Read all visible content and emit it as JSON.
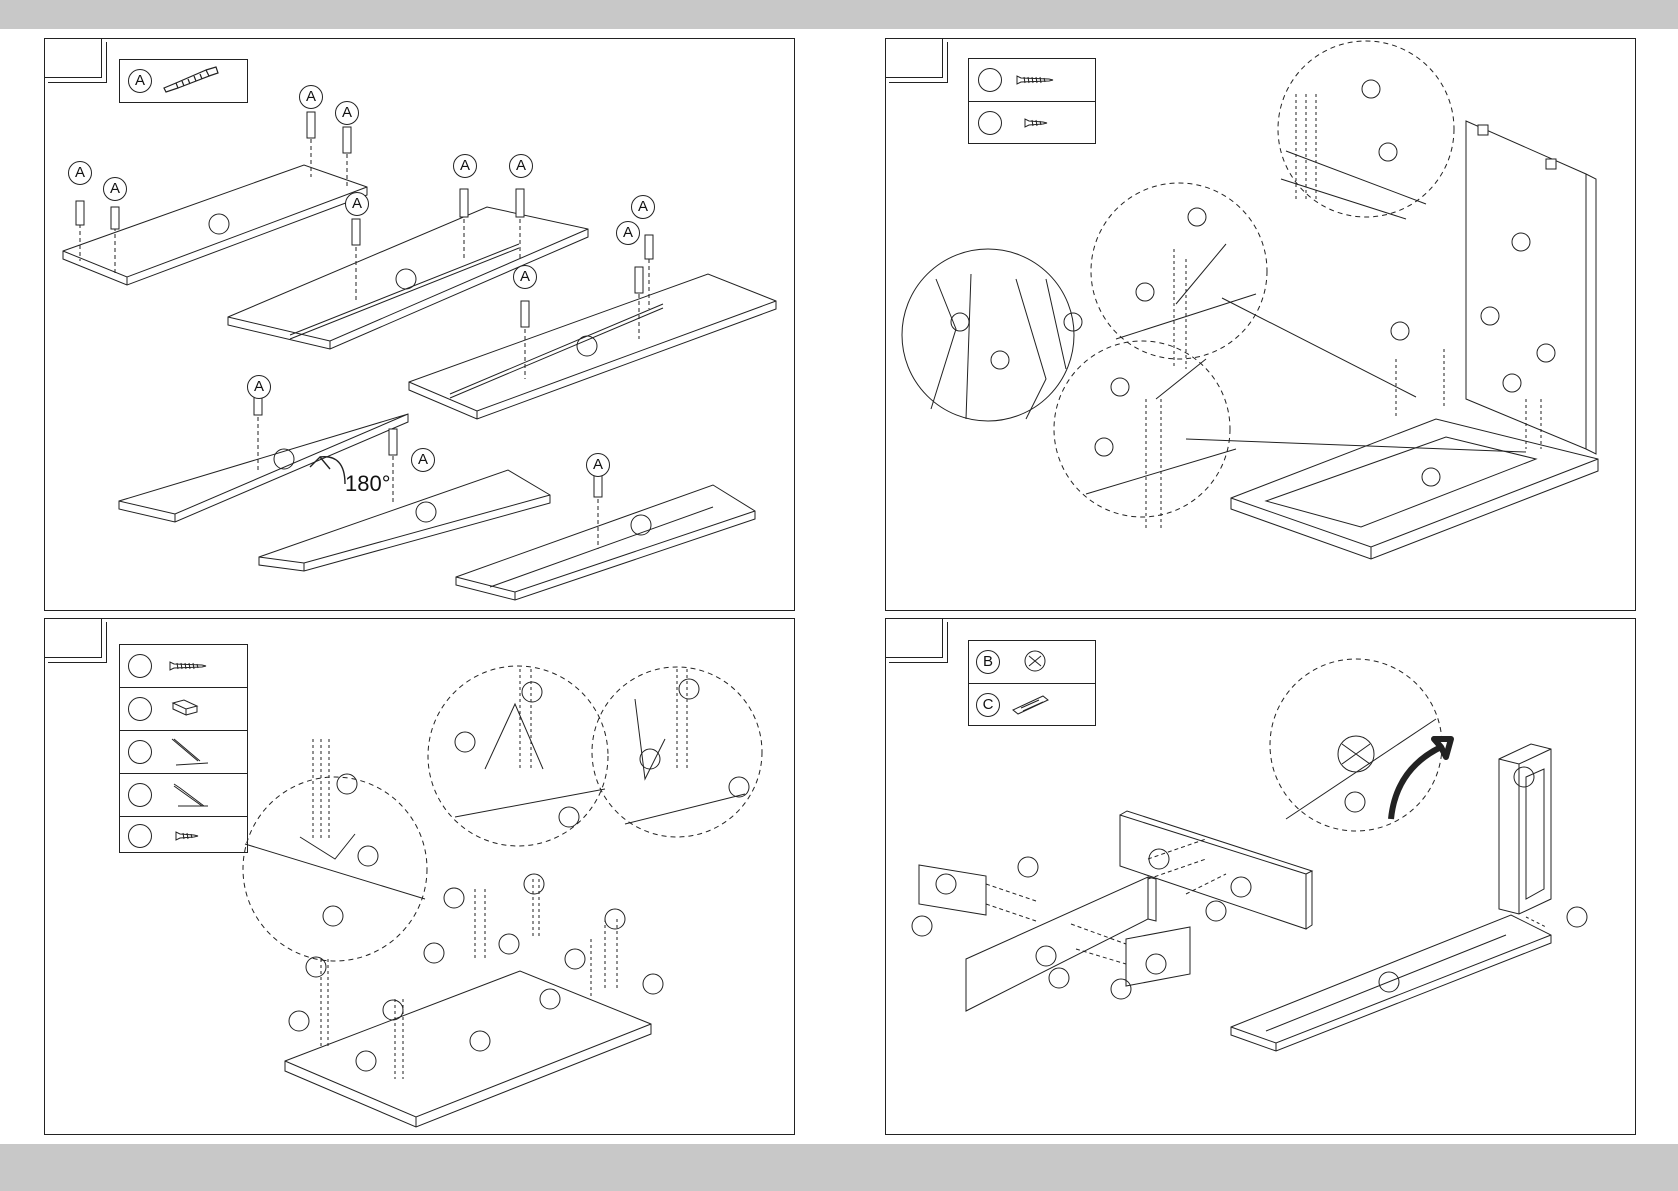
{
  "panels": [
    {
      "id": "panel-1",
      "legend": [
        {
          "letter": "A",
          "icon": "cam-bolt-icon"
        }
      ],
      "part_letters": [
        "A",
        "A",
        "A",
        "A",
        "A",
        "A",
        "A",
        "A",
        "A",
        "A",
        "A",
        "A",
        "A"
      ],
      "rotation_text": "180°"
    },
    {
      "id": "panel-2",
      "legend": [
        {
          "letter": "",
          "icon": "long-screw-icon"
        },
        {
          "letter": "",
          "icon": "short-screw-icon"
        }
      ]
    },
    {
      "id": "panel-3",
      "legend": [
        {
          "letter": "",
          "icon": "long-screw-icon"
        },
        {
          "letter": "",
          "icon": "hinge-icon"
        },
        {
          "letter": "",
          "icon": "lid-stay-left-icon"
        },
        {
          "letter": "",
          "icon": "lid-stay-right-icon"
        },
        {
          "letter": "",
          "icon": "short-screw-icon"
        }
      ]
    },
    {
      "id": "panel-4",
      "legend": [
        {
          "letter": "B",
          "icon": "cam-lock-icon"
        },
        {
          "letter": "C",
          "icon": "wood-dowel-icon"
        }
      ]
    }
  ],
  "colors": {
    "line": "#222222",
    "band": "#c8c8c8"
  }
}
